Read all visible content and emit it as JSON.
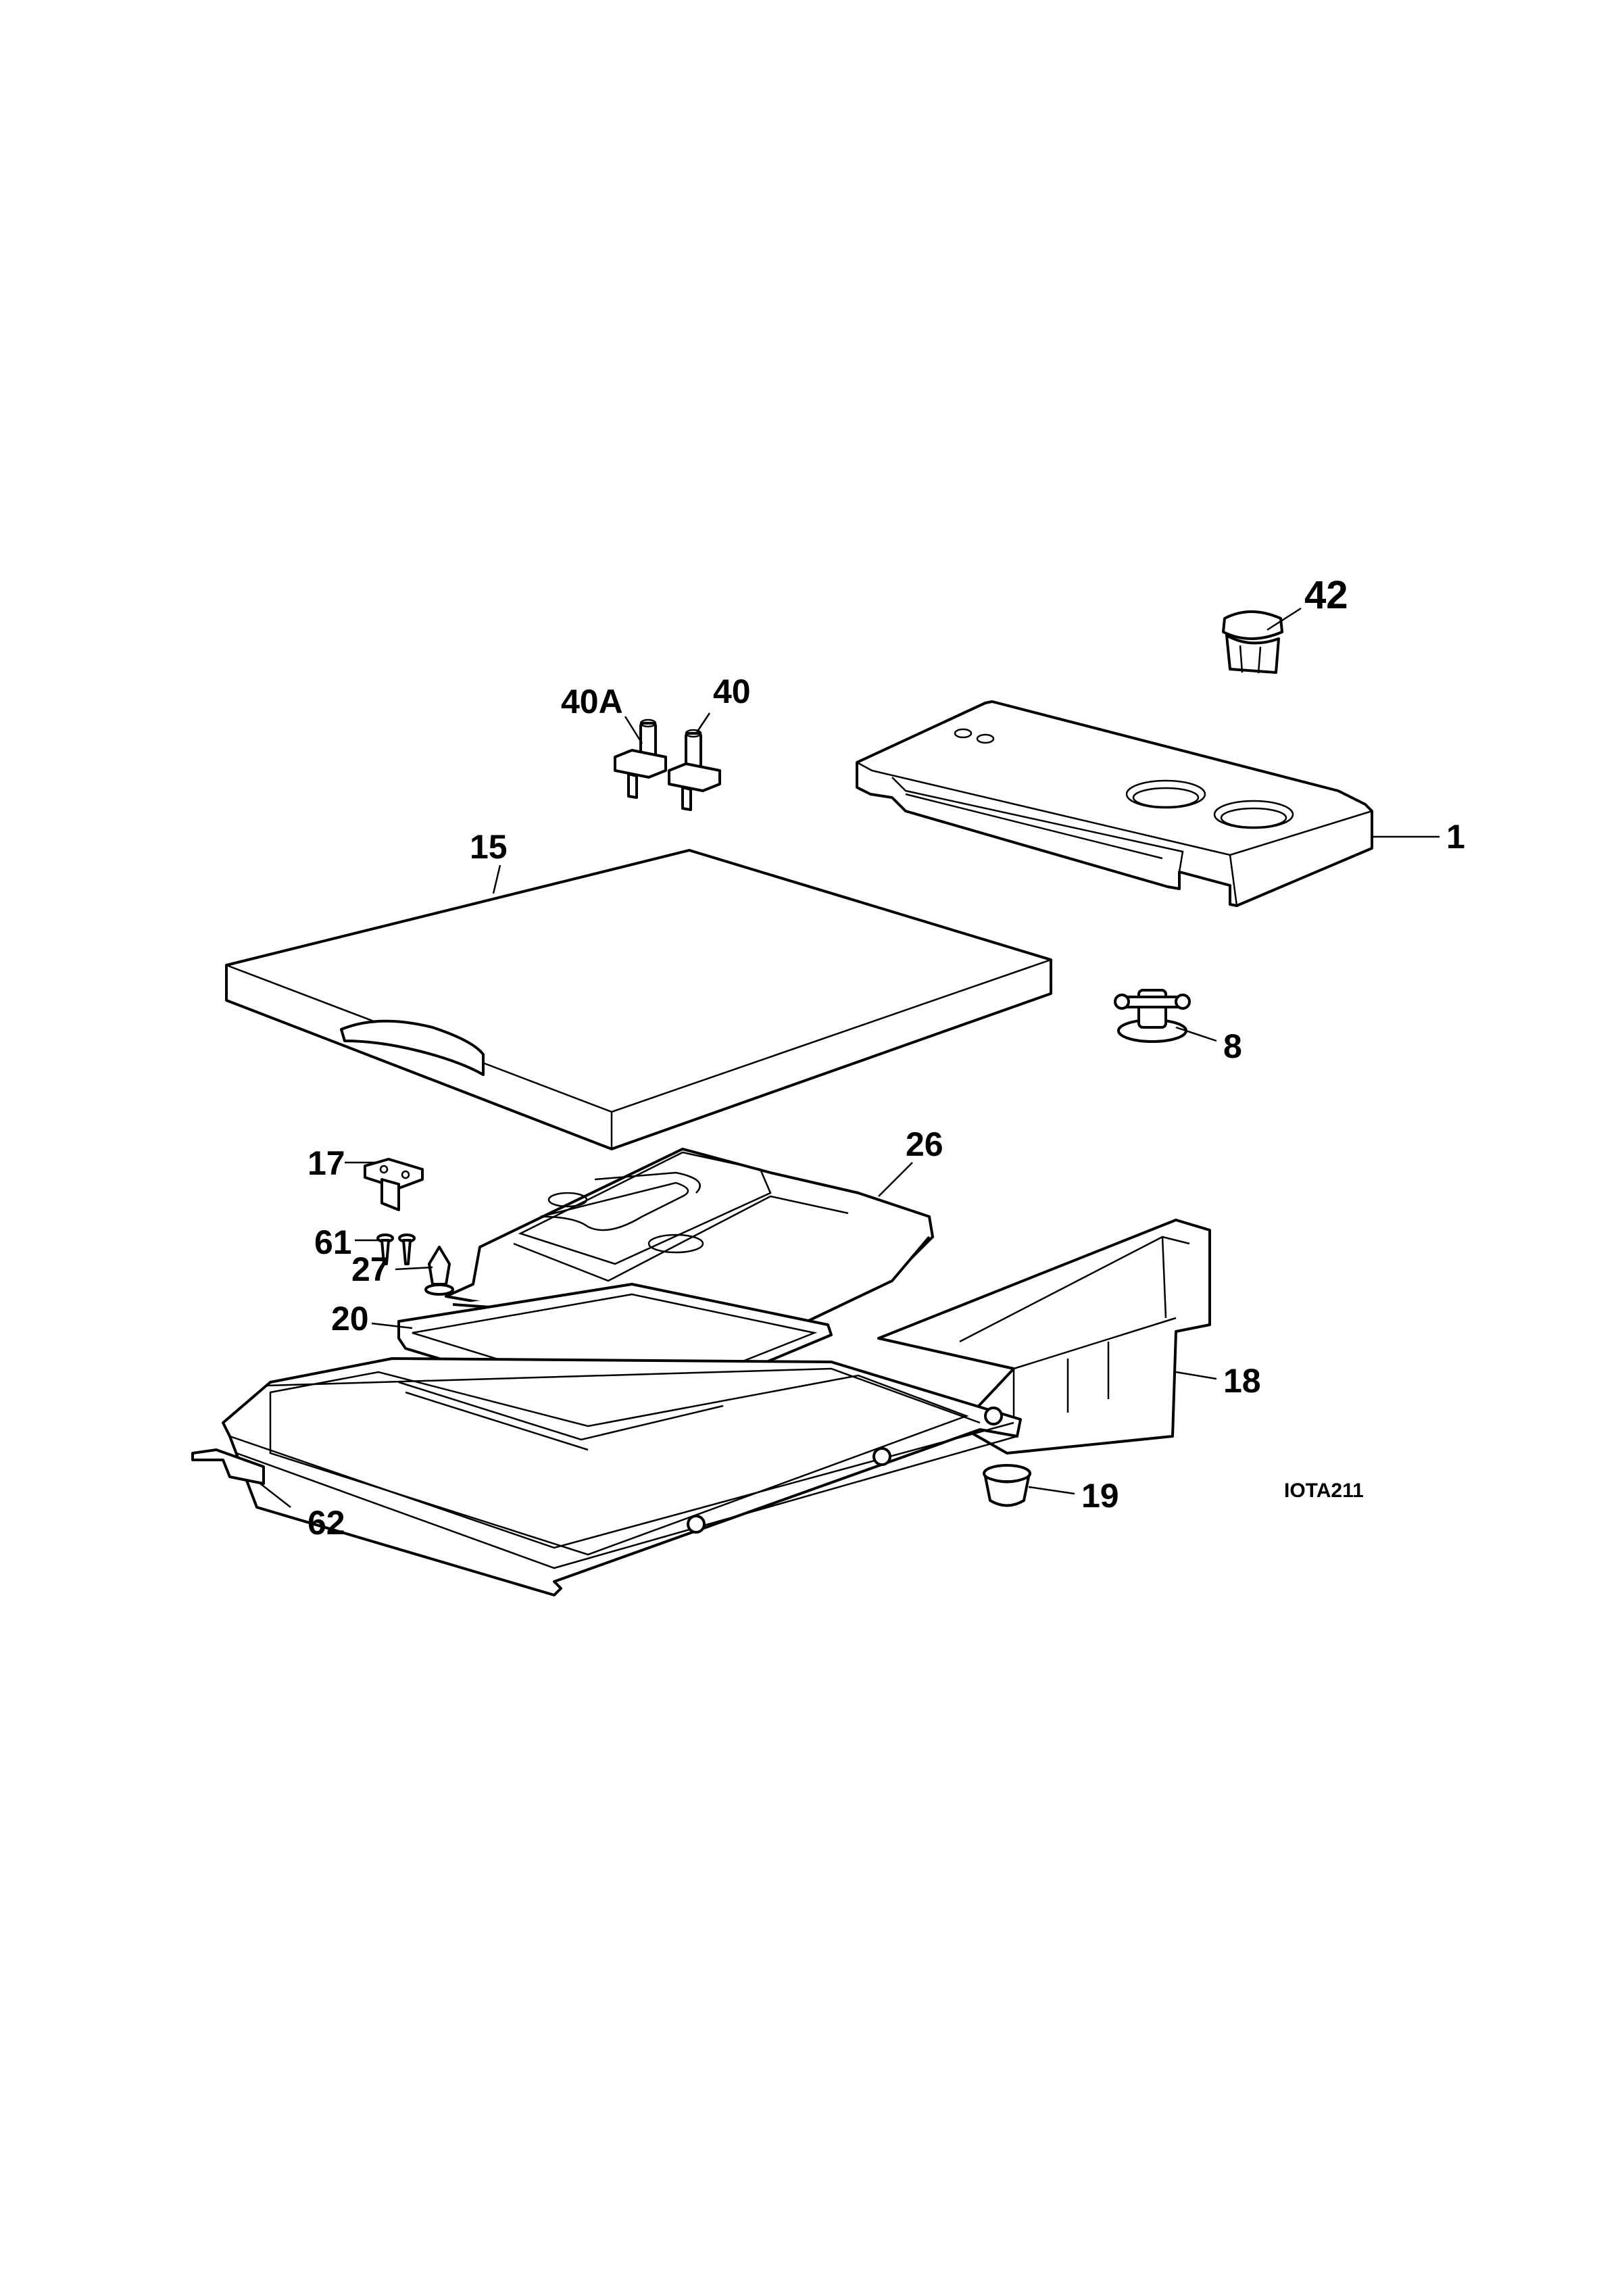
{
  "diagram": {
    "drawing_code": "IOTA211",
    "part_labels": [
      "1",
      "8",
      "15",
      "17",
      "18",
      "19",
      "20",
      "26",
      "27",
      "40",
      "40A",
      "42",
      "61",
      "62"
    ]
  }
}
